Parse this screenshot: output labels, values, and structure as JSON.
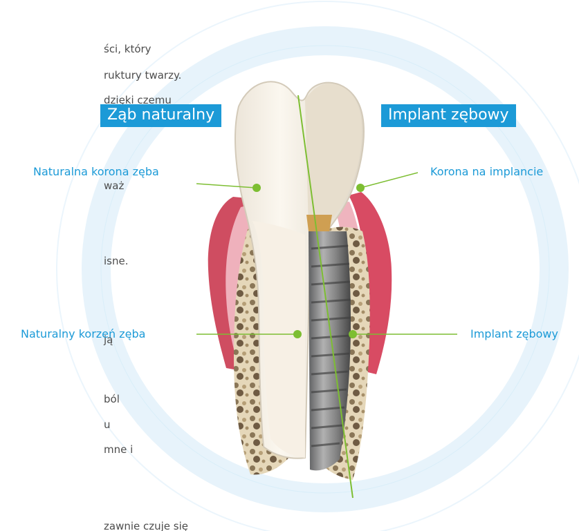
{
  "left_text_fragments": [
    "ści, który",
    "ruktury twarzy.",
    "dzięki czemu",
    "waż",
    "isne.",
    "ją",
    "ból",
    "u",
    "mne i",
    "zawnie czuje się"
  ],
  "tags": {
    "natural_tooth": "Ząb naturalny",
    "implant_tooth": "Implant zębowy"
  },
  "callouts": {
    "natural_crown": "Naturalna korona zęba",
    "implant_crown": "Korona na implancie",
    "natural_root": "Naturalny korzeń zęba",
    "dental_implant": "Implant zębowy"
  },
  "colors": {
    "accent_blue": "#1c9ad7",
    "callout_blue": "#1b9ad7",
    "leader_green": "#7dbe32",
    "text_gray": "#4c4c4c",
    "gum_red": "#c9485b",
    "gum_pink": "#efb2bc",
    "bone": "#dfcfb0",
    "implant_gray": "#727272"
  }
}
